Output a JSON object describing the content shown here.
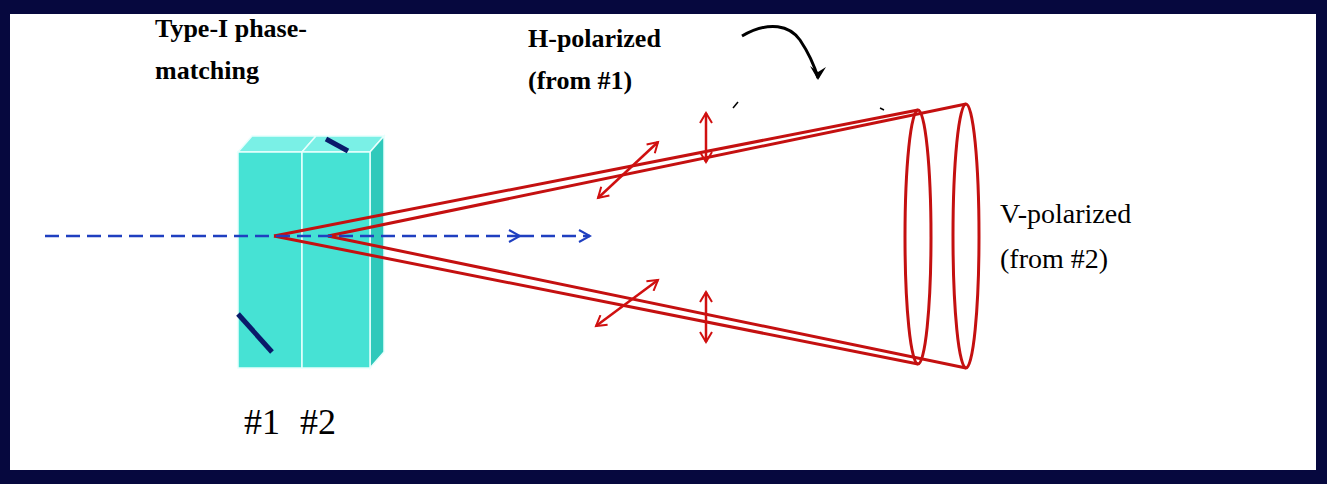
{
  "diagram": {
    "labels": [
      "Type-I phase-matching",
      "H-polarized (from #1)",
      "V-polarized (from #2)",
      "#1",
      "#2"
    ]
  }
}
